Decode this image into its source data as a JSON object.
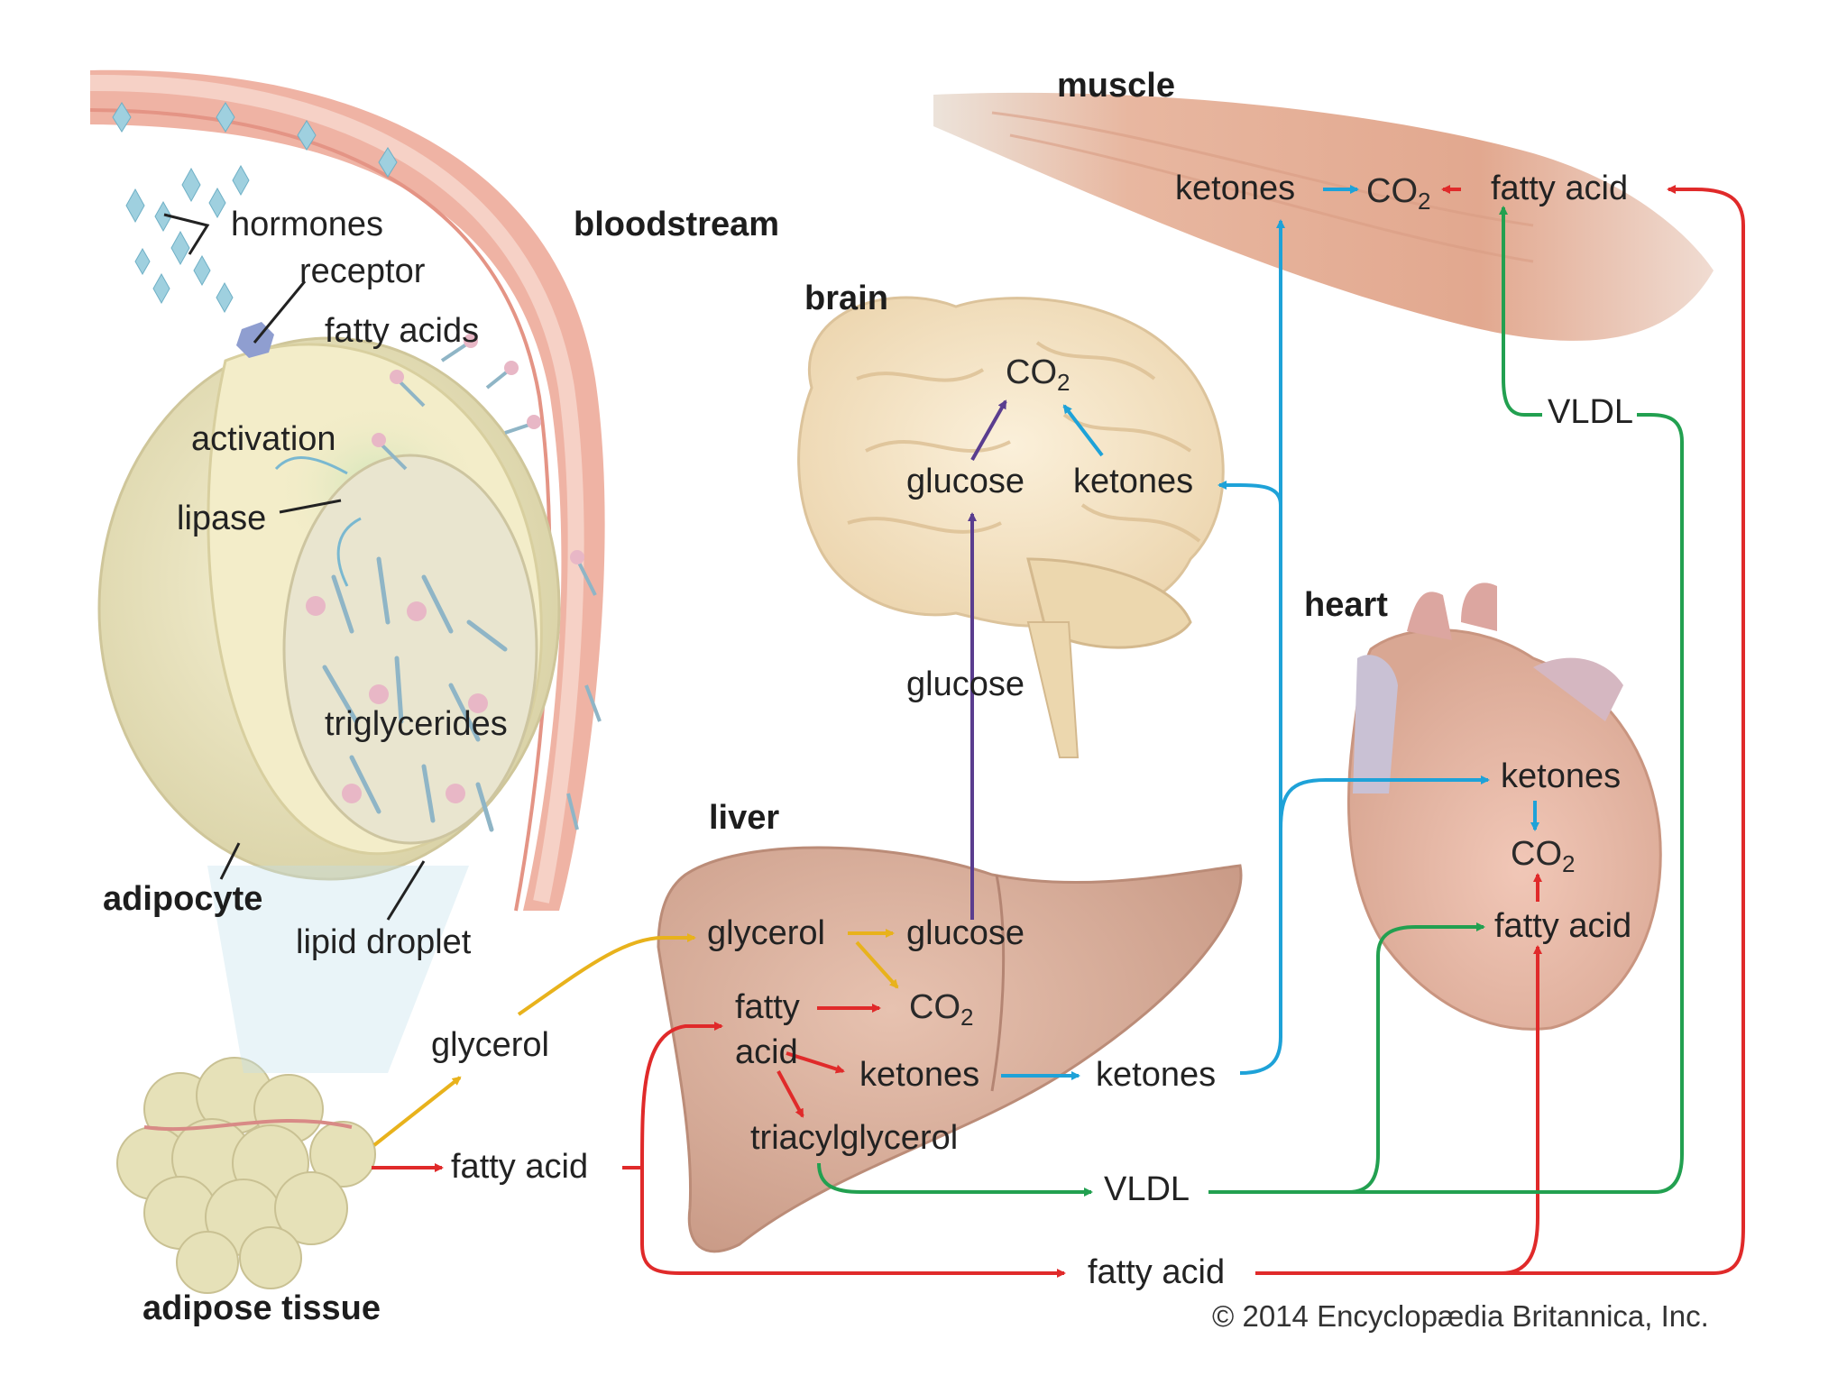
{
  "organs": {
    "muscle": "muscle",
    "brain": "brain",
    "heart": "heart",
    "liver": "liver",
    "bloodstream": "bloodstream",
    "adipocyte": "adipocyte",
    "adipose_tissue": "adipose tissue"
  },
  "adipocyte_parts": {
    "hormones": "hormones",
    "receptor": "receptor",
    "fatty_acids": "fatty acids",
    "activation": "activation",
    "lipase": "lipase",
    "triglycerides": "triglycerides",
    "lipid_droplet": "lipid droplet"
  },
  "muscle_labels": {
    "ketones": "ketones",
    "co2_main": "CO",
    "co2_sub": "2",
    "fatty_acid": "fatty acid"
  },
  "brain_labels": {
    "co2_main": "CO",
    "co2_sub": "2",
    "glucose": "glucose",
    "ketones": "ketones"
  },
  "heart_labels": {
    "ketones": "ketones",
    "co2_main": "CO",
    "co2_sub": "2",
    "fatty_acid": "fatty acid"
  },
  "liver_labels": {
    "glycerol": "glycerol",
    "glucose": "glucose",
    "fatty": "fatty",
    "acid": "acid",
    "co2_main": "CO",
    "co2_sub": "2",
    "ketones": "ketones",
    "triacylglycerol": "triacylglycerol"
  },
  "pathway_labels": {
    "glucose_to_brain": "glucose",
    "glycerol": "glycerol",
    "fatty_acid_from_adipose": "fatty acid",
    "ketones_out": "ketones",
    "vldl_bottom": "VLDL",
    "vldl_muscle": "VLDL",
    "fatty_acid_bottom": "fatty acid"
  },
  "colors": {
    "fatty_acid_arrow": "#e02a2a",
    "glycerol_arrow": "#e8b21c",
    "glucose_arrow": "#5a3d8f",
    "ketones_arrow": "#1ea2d8",
    "vldl_arrow": "#22a050"
  },
  "credit": "© 2014 Encyclopædia Britannica, Inc."
}
